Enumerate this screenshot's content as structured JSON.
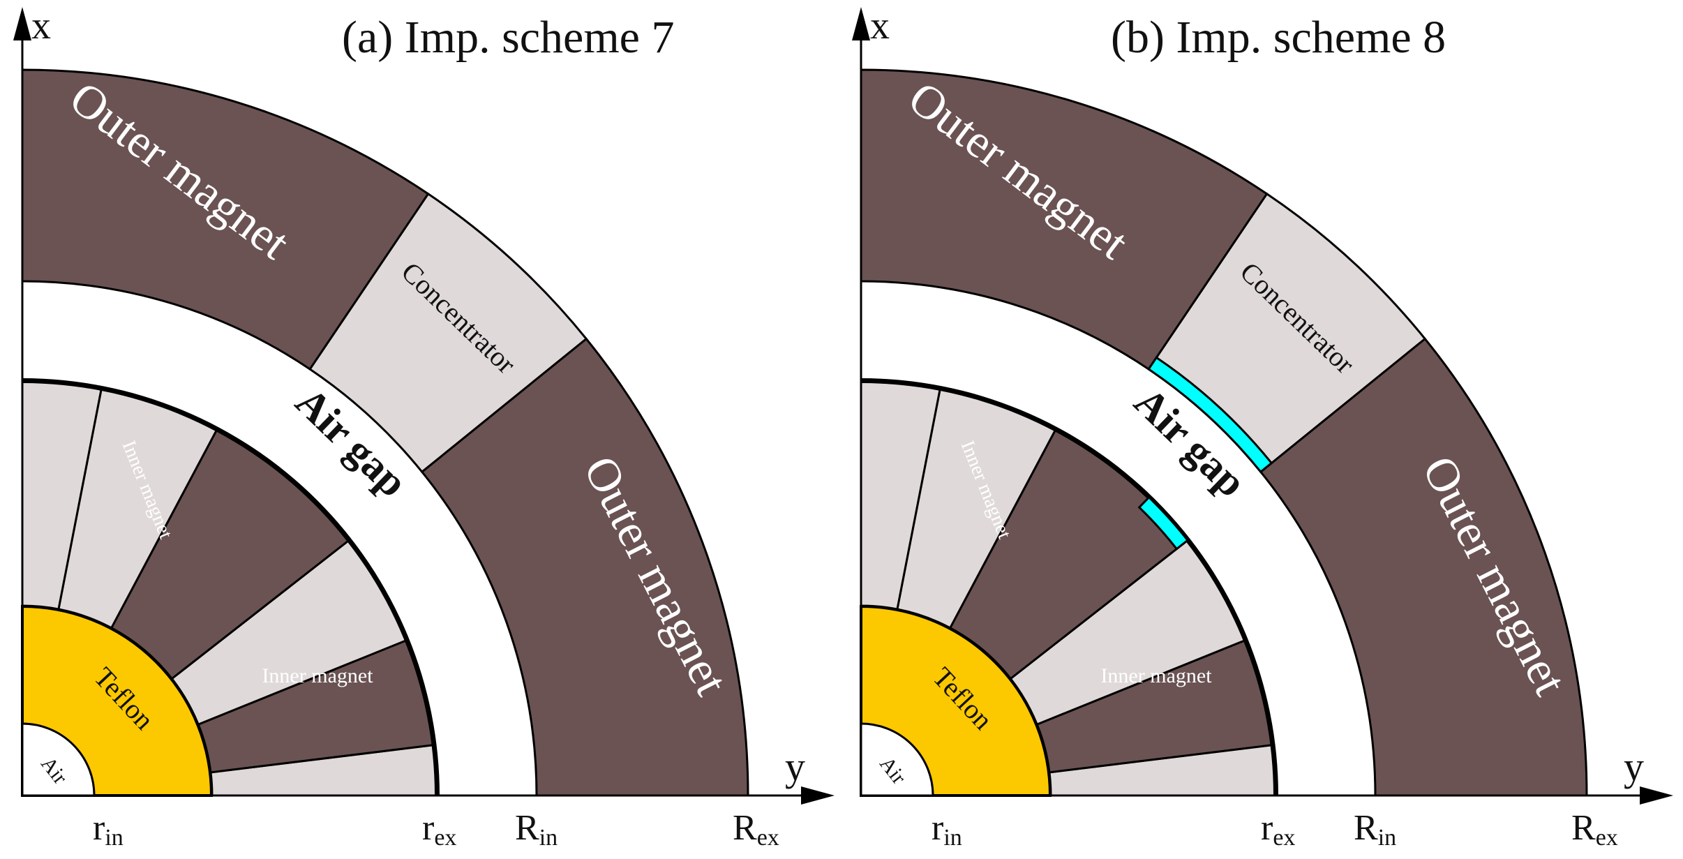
{
  "colors": {
    "magnet": "#6b5353",
    "concentrator": "#e0d9d9",
    "inner_light": "#e0d9d9",
    "teflon": "#fcc800",
    "air": "#ffffff",
    "insert": "#00ffff",
    "outline": "#000000"
  },
  "panels": [
    {
      "title": "(a) Imp. scheme 7",
      "axis_x": "x",
      "axis_y": "y",
      "labels": {
        "outer_magnet_top": "Outer magnet",
        "outer_magnet_right": "Outer magnet",
        "concentrator": "Concentrator",
        "air_gap": "Air gap",
        "inner_magnet_top": "Inner magnet",
        "inner_magnet_bottom": "Inner magnet",
        "teflon": "Teflon",
        "air": "Air"
      },
      "ticks": {
        "r_in": "r",
        "r_in_sub": "in",
        "r_ex": "r",
        "r_ex_sub": "ex",
        "R_in": "R",
        "R_in_sub": "in",
        "R_ex": "R",
        "R_ex_sub": "ex"
      },
      "has_inserts": false
    },
    {
      "title": "(b) Imp. scheme 8",
      "axis_x": "x",
      "axis_y": "y",
      "labels": {
        "outer_magnet_top": "Outer magnet",
        "outer_magnet_right": "Outer magnet",
        "concentrator": "Concentrator",
        "air_gap": "Air gap",
        "inner_magnet_top": "Inner magnet",
        "inner_magnet_bottom": "Inner magnet",
        "teflon": "Teflon",
        "air": "Air"
      },
      "ticks": {
        "r_in": "r",
        "r_in_sub": "in",
        "r_ex": "r",
        "r_ex_sub": "ex",
        "R_in": "R",
        "R_in_sub": "in",
        "R_ex": "R",
        "R_ex_sub": "ex"
      },
      "has_inserts": true
    }
  ]
}
